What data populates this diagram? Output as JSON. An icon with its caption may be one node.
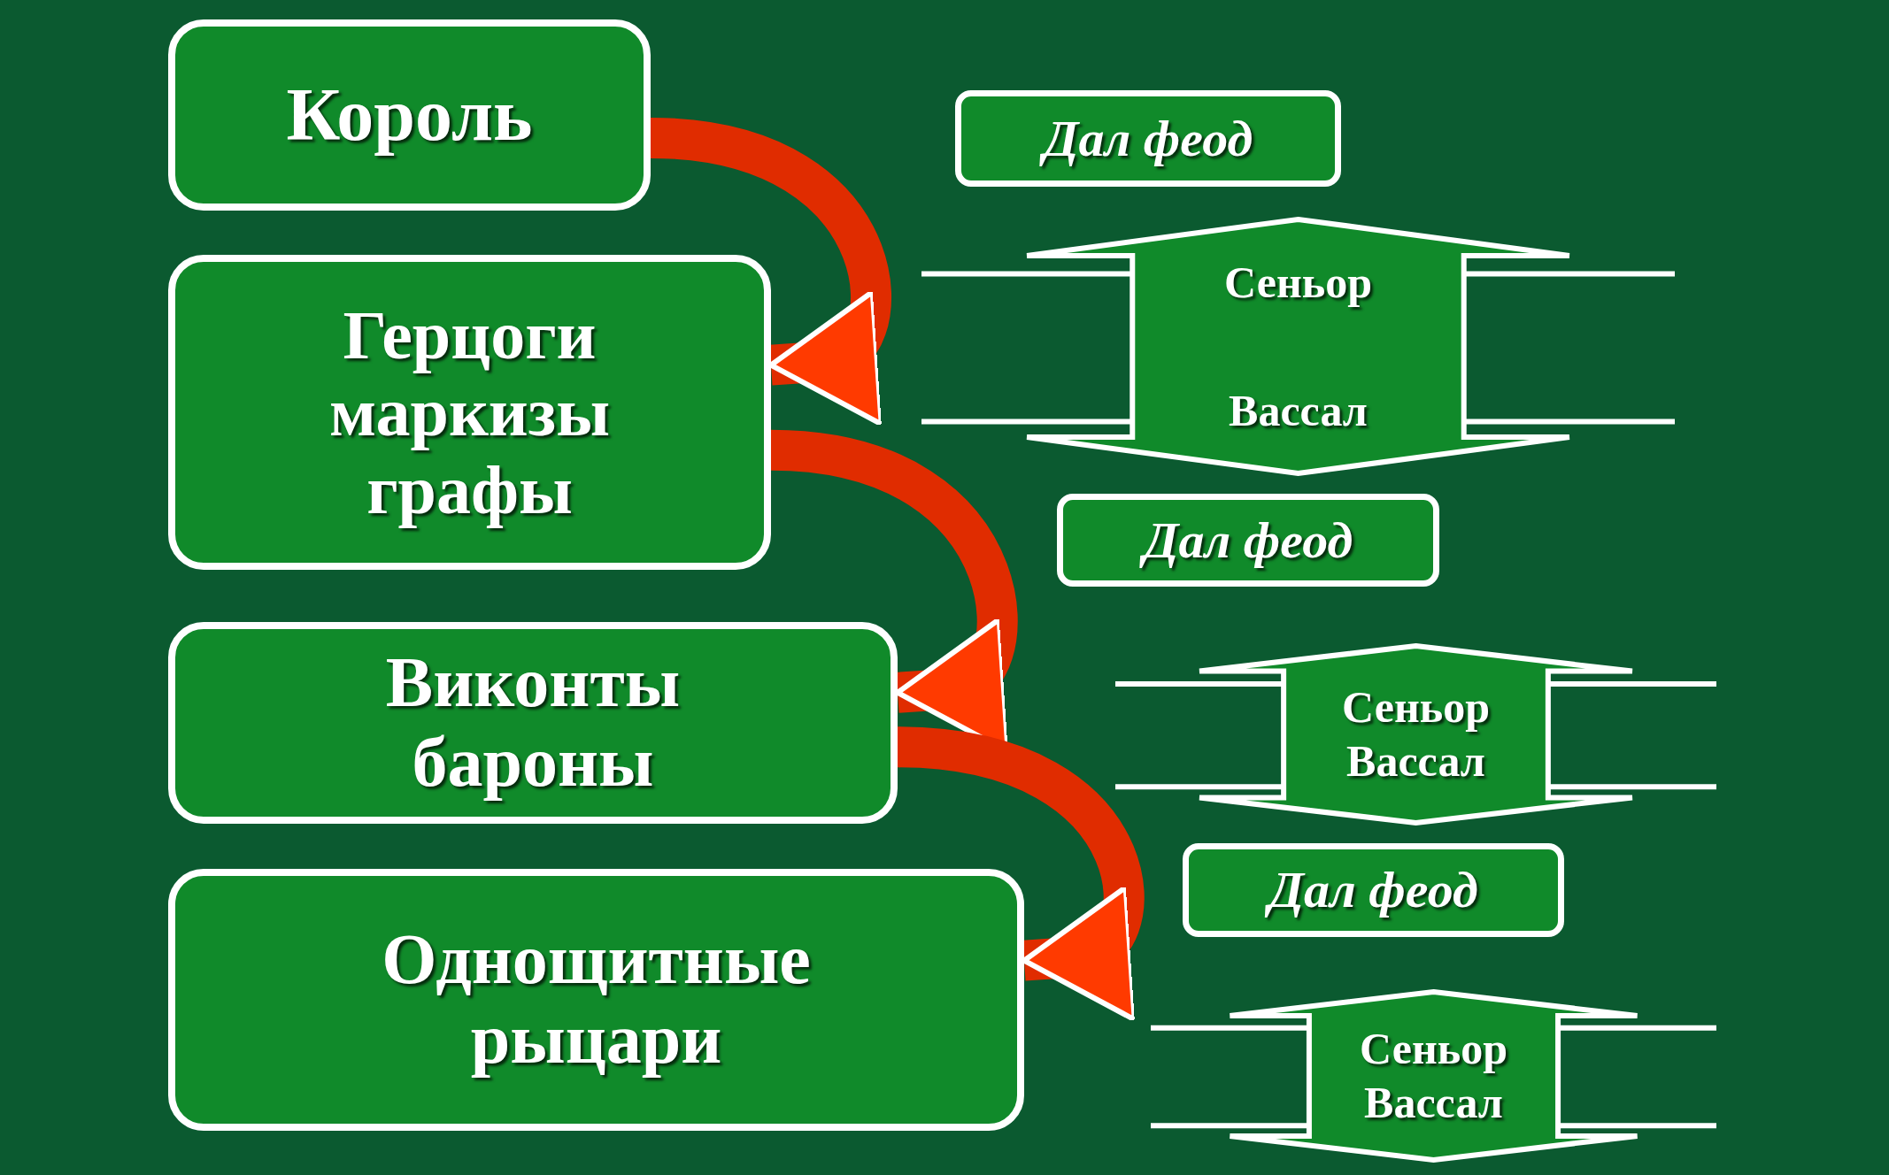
{
  "diagram": {
    "nodes": [
      {
        "text": [
          "Король"
        ]
      },
      {
        "text": [
          "Герцоги маркизы графы"
        ]
      },
      {
        "text": [
          "Виконты бароны"
        ]
      },
      {
        "text": [
          "Однощитные рыцари"
        ]
      },
      {
        "text": [
          "Дал феод"
        ]
      },
      {
        "text": [
          "Сеньор",
          "Вассал"
        ]
      },
      {
        "text": [
          "Дал феод"
        ]
      },
      {
        "text": [
          "Сеньор",
          "Вассал"
        ]
      },
      {
        "text": [
          "Дал феод"
        ]
      },
      {
        "text": [
          "Сеньор",
          "Вассал"
        ]
      }
    ],
    "edges": [
      {
        "from": 0,
        "to": 1,
        "arrow": "to"
      },
      {
        "from": 1,
        "to": 2,
        "arrow": "to"
      },
      {
        "from": 2,
        "to": 3,
        "arrow": "to"
      }
    ]
  }
}
